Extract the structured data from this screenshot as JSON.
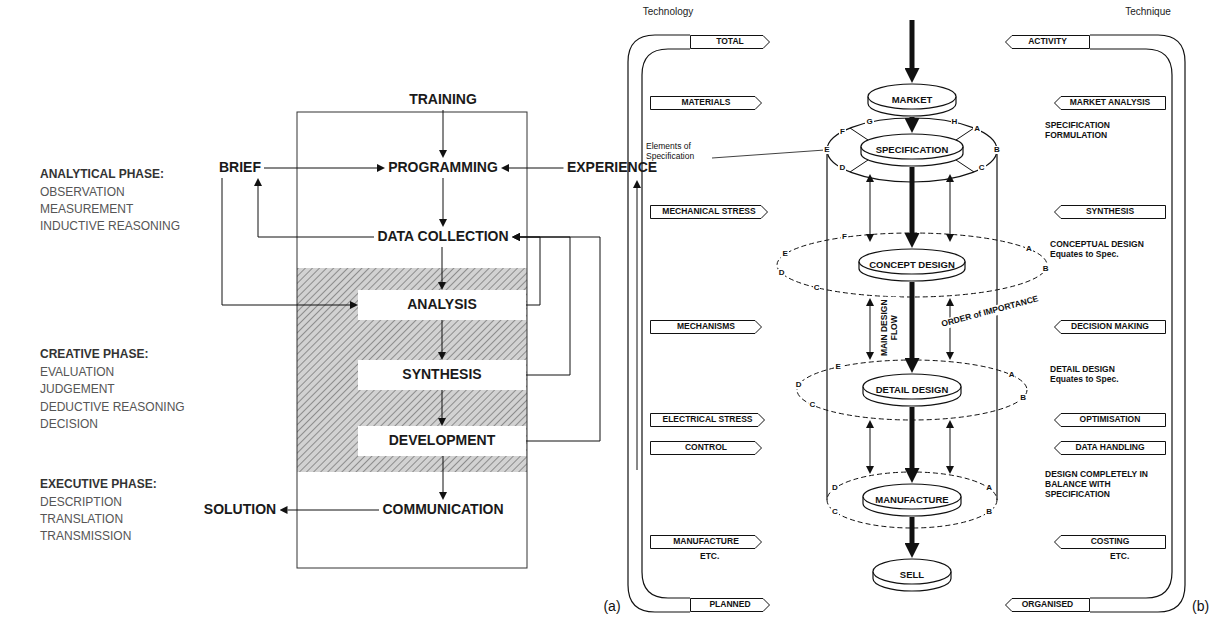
{
  "diagram": {
    "nodes": [
      {
        "text": [
          "TRAINING"
        ]
      },
      {
        "text": [
          "BRIEF"
        ]
      },
      {
        "text": [
          "PROGRAMMING"
        ]
      },
      {
        "text": [
          "EXPERIENCE"
        ]
      },
      {
        "text": [
          "DATA COLLECTION"
        ]
      },
      {
        "text": [
          "ANALYSIS"
        ]
      },
      {
        "text": [
          "SYNTHESIS"
        ]
      },
      {
        "text": [
          "DEVELOPMENT"
        ]
      },
      {
        "text": [
          "SOLUTION"
        ]
      },
      {
        "text": [
          "COMMUNICATION"
        ]
      },
      {
        "text": [
          "TOTAL"
        ]
      },
      {
        "text": [
          "ACTIVITY"
        ]
      },
      {
        "text": [
          "MARKET"
        ]
      },
      {
        "text": [
          "MATERIALS"
        ]
      },
      {
        "text": [
          "MARKET ANALYSIS"
        ]
      },
      {
        "text": [
          "SPECIFICATION"
        ]
      },
      {
        "text": [
          "MECHANICAL STRESS"
        ]
      },
      {
        "text": [
          "SYNTHESIS"
        ]
      },
      {
        "text": [
          "CONCEPT DESIGN"
        ]
      },
      {
        "text": [
          "MECHANISMS"
        ]
      },
      {
        "text": [
          "DECISION MAKING"
        ]
      },
      {
        "text": [
          "DETAIL DESIGN"
        ]
      },
      {
        "text": [
          "ELECTRICAL STRESS"
        ]
      },
      {
        "text": [
          "OPTIMISATION"
        ]
      },
      {
        "text": [
          "CONTROL"
        ]
      },
      {
        "text": [
          "DATA HANDLING"
        ]
      },
      {
        "text": [
          "MANUFACTURE"
        ]
      },
      {
        "text": [
          "MANUFACTURE"
        ]
      },
      {
        "text": [
          "COSTING"
        ]
      },
      {
        "text": [
          "SELL"
        ]
      },
      {
        "text": [
          "PLANNED"
        ]
      },
      {
        "text": [
          "ORGANISED"
        ]
      }
    ],
    "edges": [
      {
        "from": 0,
        "to": 2,
        "arrow": "to"
      },
      {
        "from": 1,
        "to": 2,
        "arrow": "to"
      },
      {
        "from": 3,
        "to": 2,
        "arrow": "to"
      },
      {
        "from": 2,
        "to": 4,
        "arrow": "to"
      },
      {
        "from": 4,
        "to": 1,
        "arrow": "to"
      },
      {
        "from": 1,
        "to": 5,
        "arrow": "to"
      },
      {
        "from": 4,
        "to": 5,
        "arrow": "to"
      },
      {
        "from": 5,
        "to": 4,
        "arrow": "to"
      },
      {
        "from": 5,
        "to": 6,
        "arrow": "to"
      },
      {
        "from": 6,
        "to": 4,
        "arrow": "to"
      },
      {
        "from": 6,
        "to": 7,
        "arrow": "to"
      },
      {
        "from": 7,
        "to": 4,
        "arrow": "to"
      },
      {
        "from": 7,
        "to": 9,
        "arrow": "to"
      },
      {
        "from": 9,
        "to": 8,
        "arrow": "to"
      },
      {
        "from": 12,
        "to": 15,
        "arrow": "to"
      },
      {
        "from": 15,
        "to": 18,
        "arrow": "to"
      },
      {
        "from": 18,
        "to": 21,
        "arrow": "to"
      },
      {
        "from": 21,
        "to": 26,
        "arrow": "to"
      },
      {
        "from": 26,
        "to": 29,
        "arrow": "to"
      }
    ],
    "labels": [
      "ANALYTICAL PHASE:",
      "OBSERVATION",
      "MEASUREMENT",
      "INDUCTIVE REASONING",
      "CREATIVE PHASE:",
      "EVALUATION",
      "JUDGEMENT",
      "DEDUCTIVE REASONING",
      "DECISION",
      "EXECUTIVE PHASE:",
      "DESCRIPTION",
      "TRANSLATION",
      "TRANSMISSION",
      "(a)",
      "Technology",
      "Technique",
      "Elements of Specification",
      "SPECIFICATION FORMULATION",
      "ORDER of IMPORTANCE",
      "MAIN DESIGN FLOW",
      "CONCEPTUAL DESIGN Equates to Spec.",
      "DETAIL DESIGN Equates to Spec.",
      "DESIGN COMPLETELY IN BALANCE WITH SPECIFICATION",
      "ETC.",
      "ETC.",
      "(b)",
      "A",
      "B",
      "C",
      "D",
      "E",
      "F",
      "G",
      "H",
      "A",
      "B",
      "C",
      "D",
      "E",
      "F",
      "A",
      "B",
      "C",
      "D",
      "E",
      "A",
      "B",
      "C",
      "D"
    ]
  }
}
